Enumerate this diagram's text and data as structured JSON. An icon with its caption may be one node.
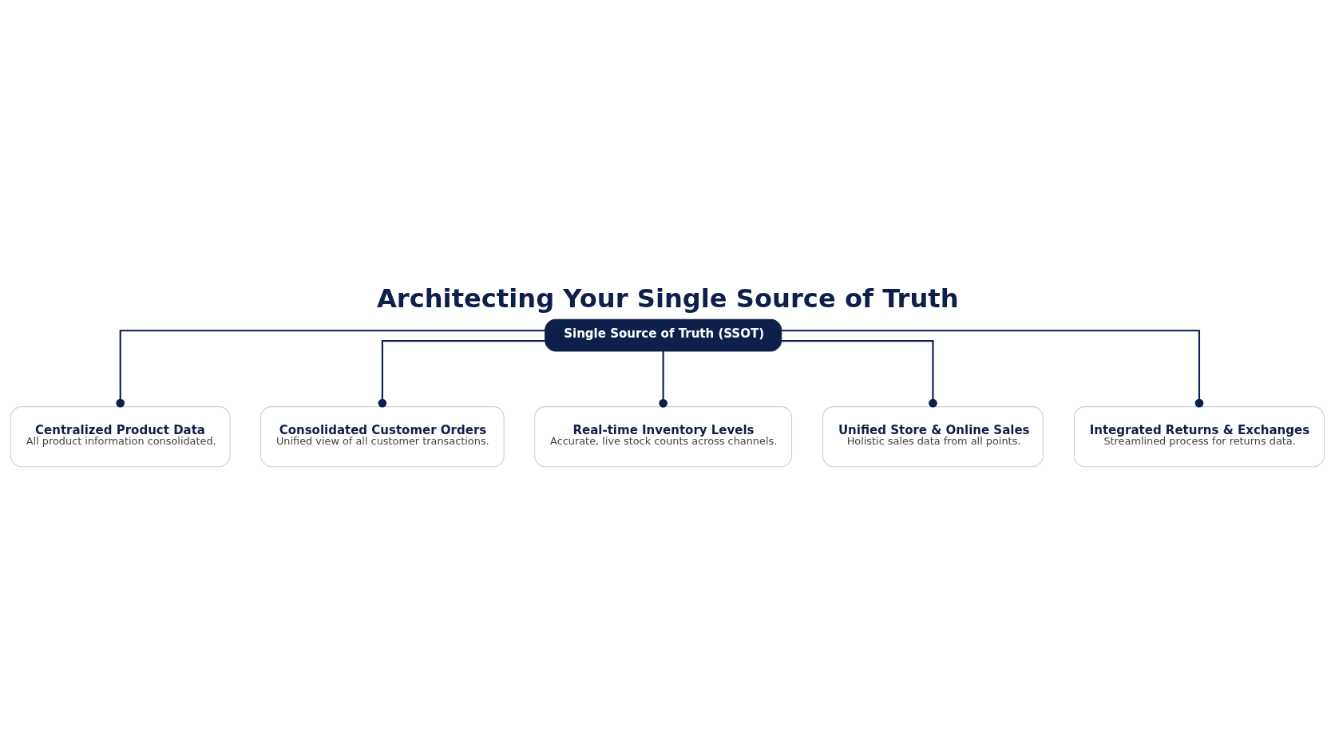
{
  "diagram": {
    "title": "Architecting Your Single Source of Truth",
    "nodes": [
      {
        "text": [
          "Single Source of Truth (SSOT)"
        ]
      },
      {
        "text": [
          "Centralized Product Data",
          "All product information consolidated."
        ]
      },
      {
        "text": [
          "Consolidated Customer Orders",
          "Unified view of all customer transactions."
        ]
      },
      {
        "text": [
          "Real-time Inventory Levels",
          "Accurate, live stock counts across channels."
        ]
      },
      {
        "text": [
          "Unified Store & Online Sales",
          "Holistic sales data from all points."
        ]
      },
      {
        "text": [
          "Integrated Returns & Exchanges",
          "Streamlined process for returns data."
        ]
      }
    ],
    "edges": [
      {
        "from": 0,
        "to": 1,
        "arrow": "other"
      },
      {
        "from": 0,
        "to": 2,
        "arrow": "other"
      },
      {
        "from": 0,
        "to": 3,
        "arrow": "other"
      },
      {
        "from": 0,
        "to": 4,
        "arrow": "other"
      },
      {
        "from": 0,
        "to": 5,
        "arrow": "other"
      }
    ]
  }
}
